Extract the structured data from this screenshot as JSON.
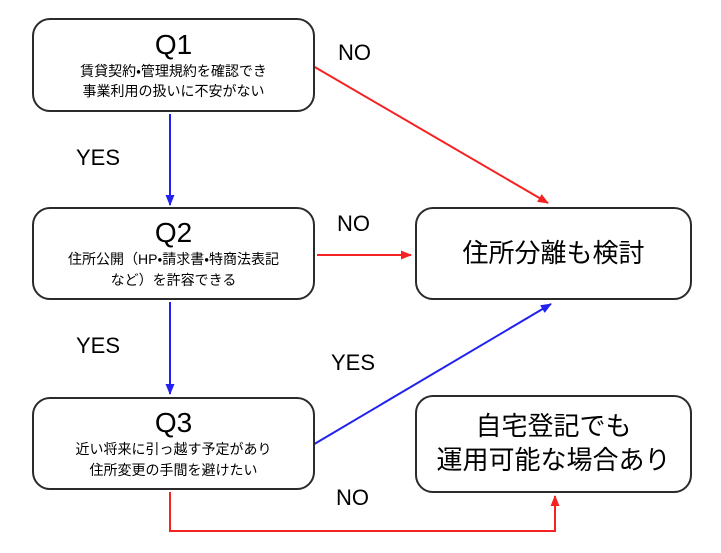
{
  "diagram": {
    "background": "#ffffff",
    "box_border_color": "#2b2b2b",
    "colors": {
      "yes_arrow": "#2222f0",
      "no_arrow": "#f52222",
      "text": "#000000"
    },
    "nodes": {
      "q1": {
        "title": "Q1",
        "line1": "賃貸契約・管理規約を確認でき",
        "line2": "事業利用の扱いに不安がない"
      },
      "q2": {
        "title": "Q2",
        "line1": "住所公開（HP・請求書・特商法表記",
        "line2": "など）を許容できる"
      },
      "q3": {
        "title": "Q3",
        "line1": "近い将来に引っ越す予定があり",
        "line2": "住所変更の手間を避けたい"
      },
      "outcome_separation": {
        "label": "住所分離も検討"
      },
      "outcome_home": {
        "line1": "自宅登記でも",
        "line2": "運用可能な場合あり"
      }
    },
    "edges": {
      "q1_yes": {
        "label": "YES",
        "from": "q1",
        "to": "q2"
      },
      "q1_no": {
        "label": "NO",
        "from": "q1",
        "to": "outcome_separation"
      },
      "q2_yes": {
        "label": "YES",
        "from": "q2",
        "to": "q3"
      },
      "q2_no": {
        "label": "NO",
        "from": "q2",
        "to": "outcome_separation"
      },
      "q3_yes": {
        "label": "YES",
        "from": "q3",
        "to": "outcome_separation"
      },
      "q3_no": {
        "label": "NO",
        "from": "q3",
        "to": "outcome_home"
      }
    }
  }
}
